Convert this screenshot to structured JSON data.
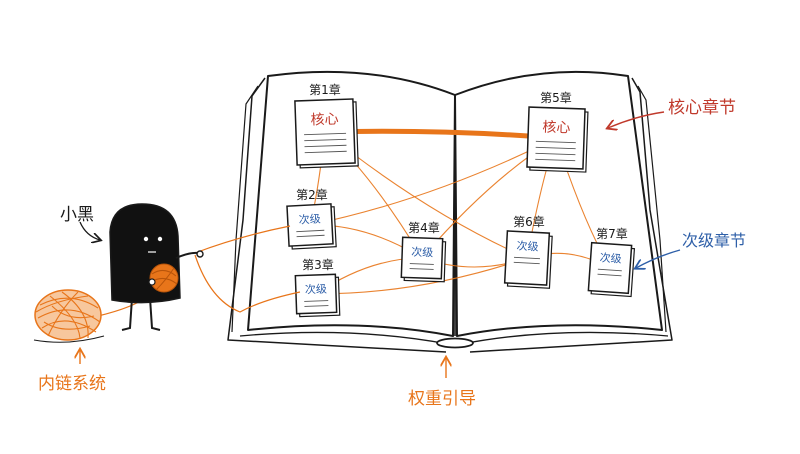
{
  "colors": {
    "ink": "#1a1a1a",
    "orange": "#e8751a",
    "red": "#c0392b",
    "blue": "#2e5fa8",
    "paper": "#ffffff"
  },
  "character": {
    "name": "小黑"
  },
  "labels": {
    "core_chapters": "核心章节",
    "secondary_chapters": "次级章节",
    "internal_link_system": "内链系统",
    "weight_guidance": "权重引导"
  },
  "chapters": [
    {
      "id": "ch1",
      "title": "第1章",
      "tag": "核心",
      "tier": "core"
    },
    {
      "id": "ch2",
      "title": "第2章",
      "tag": "次级",
      "tier": "secondary"
    },
    {
      "id": "ch3",
      "title": "第3章",
      "tag": "次级",
      "tier": "secondary"
    },
    {
      "id": "ch4",
      "title": "第4章",
      "tag": "次级",
      "tier": "secondary"
    },
    {
      "id": "ch5",
      "title": "第5章",
      "tag": "核心",
      "tier": "core"
    },
    {
      "id": "ch6",
      "title": "第6章",
      "tag": "次级",
      "tier": "secondary"
    },
    {
      "id": "ch7",
      "title": "第7章",
      "tag": "次级",
      "tier": "secondary"
    }
  ],
  "links": [
    {
      "from": "ch1",
      "to": "ch5",
      "strength": "strong"
    },
    {
      "from": "ch1",
      "to": "ch2",
      "strength": "weak"
    },
    {
      "from": "ch1",
      "to": "ch4",
      "strength": "weak"
    },
    {
      "from": "ch1",
      "to": "ch6",
      "strength": "weak"
    },
    {
      "from": "ch2",
      "to": "ch4",
      "strength": "weak"
    },
    {
      "from": "ch2",
      "to": "ch5",
      "strength": "weak"
    },
    {
      "from": "ch3",
      "to": "ch4",
      "strength": "weak"
    },
    {
      "from": "ch3",
      "to": "ch6",
      "strength": "weak"
    },
    {
      "from": "ch4",
      "to": "ch5",
      "strength": "weak"
    },
    {
      "from": "ch4",
      "to": "ch6",
      "strength": "weak"
    },
    {
      "from": "ch5",
      "to": "ch6",
      "strength": "weak"
    },
    {
      "from": "ch5",
      "to": "ch7",
      "strength": "weak"
    },
    {
      "from": "ch6",
      "to": "ch7",
      "strength": "weak"
    }
  ]
}
